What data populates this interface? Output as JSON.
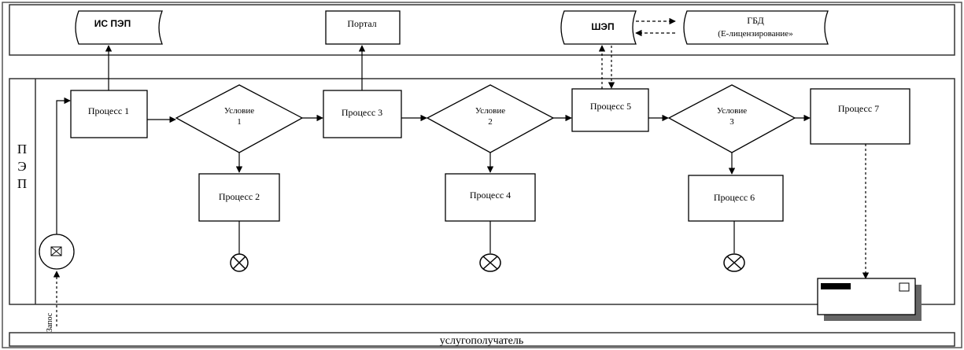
{
  "systems": {
    "is_pep": "ИС ПЭП",
    "portal": "Портал",
    "shep": "ШЭП",
    "gbd_line1": "ГБД",
    "gbd_line2": "(Е-лицензирование»"
  },
  "lane_label": {
    "l1": "П",
    "l2": "Э",
    "l3": "П"
  },
  "processes": {
    "p1": "Процесс 1",
    "p2": "Процесс 2",
    "p3": "Процесс 3",
    "p4": "Процесс 4",
    "p5": "Процесс 5",
    "p6": "Процесс 6",
    "p7": "Процесс 7"
  },
  "conditions": {
    "c1_line1": "Условие",
    "c1_line2": "1",
    "c2_line1": "Условие",
    "c2_line2": "2",
    "c3_line1": "Условие",
    "c3_line2": "3"
  },
  "start_event_label": "Запос",
  "recipient_lane": "услугополучатель",
  "icons": {
    "start": "envelope-icon",
    "end": "end-cross-icon",
    "result": "document-icon"
  }
}
